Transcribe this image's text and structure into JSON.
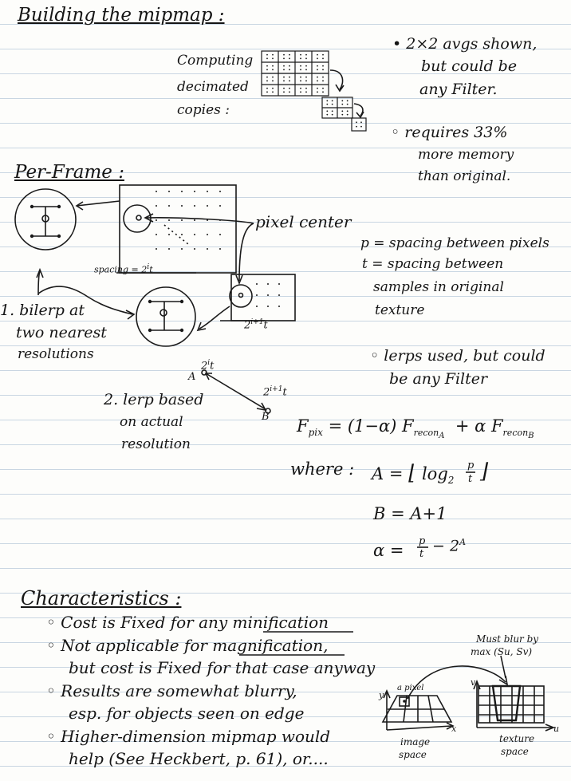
{
  "section1": {
    "title": "Building the mipmap :",
    "computing_label": [
      "Computing",
      "decimated",
      "copies :"
    ],
    "note1": [
      "2×2 avgs shown,",
      "but could be",
      "any Filter."
    ],
    "note2": [
      "requires 33%",
      "more memory",
      "than original."
    ]
  },
  "section2": {
    "title": "Per-Frame :",
    "pixel_center": "pixel center",
    "spacing_label": "spacing = 2",
    "spacing_exp": "i",
    "spacing_t": "t",
    "box2_label": "2",
    "box2_exp": "i+1",
    "box2_t": "t",
    "defs": [
      "p = spacing between pixels",
      "t = spacing between",
      "samples in original",
      "texture"
    ],
    "step1": [
      "1. bilerp at",
      "two nearest",
      "resolutions"
    ],
    "step2": [
      "2. lerp based",
      "on actual",
      "resolution"
    ],
    "point_a": "A",
    "point_b": "B",
    "a_label": "2",
    "a_exp": "i",
    "a_t": "t",
    "b_label": "2",
    "b_exp": "i+1",
    "b_t": "t",
    "lerp_note": [
      "lerps used, but could",
      "be any Filter"
    ],
    "eq": {
      "fpix": "F",
      "fpix_sub": "pix",
      "eq_rhs_1": "= (1−α) F",
      "recon_sub_a": "recon",
      "sub_a": "A",
      "eq_rhs_2": "+ α F",
      "recon_sub_b": "recon",
      "sub_b": "B",
      "where": "where :",
      "a_def_lhs": "A =",
      "a_def_floor_l": "⌊",
      "a_def_log": "log",
      "a_def_log_sub": "2",
      "a_def_num": "p",
      "a_def_den": "t",
      "a_def_floor_r": "⌋",
      "b_def": "B = A+1",
      "alpha_lhs": "α =",
      "alpha_num": "p",
      "alpha_den": "t",
      "alpha_rest": "− 2",
      "alpha_exp": "A"
    }
  },
  "section3": {
    "title": "Characteristics :",
    "items": [
      [
        "Cost is Fixed for any ",
        "minification"
      ],
      [
        "Not applicable for ",
        "magnification,"
      ],
      [
        "but cost is Fixed for that case anyway",
        ""
      ],
      [
        "Results are somewhat blurry,",
        ""
      ],
      [
        "esp. for objects seen on edge",
        ""
      ],
      [
        "Higher-dimension mipmap would",
        ""
      ],
      [
        "help  (See Heckbert, p. 61), or....",
        ""
      ]
    ],
    "must_blur": [
      "Must blur by",
      "max (Su, Sv)"
    ],
    "a_pixel": "a pixel",
    "image_space": [
      "image",
      "space"
    ],
    "texture_space": [
      "texture",
      "space"
    ],
    "axis_y": "y",
    "axis_x": "x",
    "axis_v": "v",
    "axis_u": "u"
  }
}
